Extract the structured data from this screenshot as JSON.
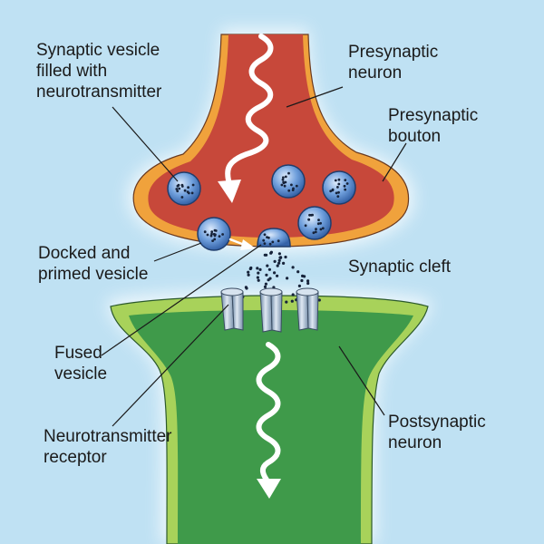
{
  "diagram": {
    "background": "#bfe1f3",
    "presynaptic_color": "#c7483a",
    "presynaptic_rim_color": "#f0a23c",
    "postsynaptic_color": "#3f9a4a",
    "postsynaptic_rim_color": "#a8d25a",
    "vesicle_color": "#5b8fd0",
    "signal_arrow_color": "#ffffff",
    "labels": {
      "synaptic_vesicle": [
        "Synaptic vesicle",
        "filled with",
        "neurotransmitter"
      ],
      "presynaptic_neuron": [
        "Presynaptic",
        "neuron"
      ],
      "presynaptic_bouton": [
        "Presynaptic",
        "bouton"
      ],
      "docked_vesicle": [
        "Docked and",
        "primed  vesicle"
      ],
      "synaptic_cleft": [
        "Synaptic cleft"
      ],
      "fused_vesicle": [
        "Fused",
        "vesicle"
      ],
      "receptor": [
        "Neurotransmitter",
        "receptor"
      ],
      "postsynaptic_neuron": [
        "Postsynaptic",
        "neuron"
      ]
    }
  }
}
